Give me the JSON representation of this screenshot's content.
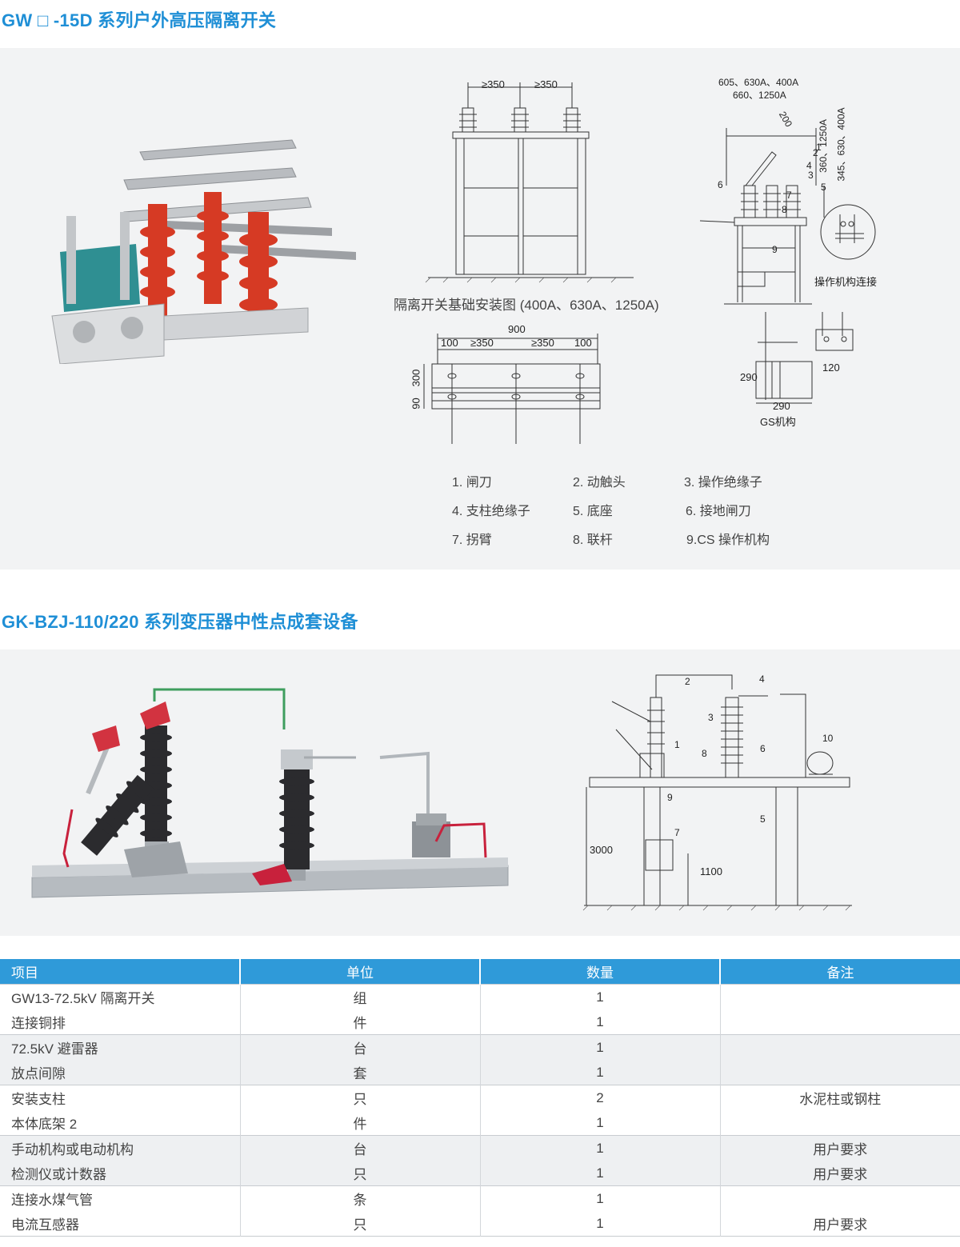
{
  "section1": {
    "title": "GW □ -15D 系列户外高压隔离开关",
    "photo_alt": "isolating-switch-photo",
    "front_dims": [
      "≥350",
      "≥350"
    ],
    "front_caption": "隔离开关基础安装图 (400A、630A、1250A)",
    "plan_dims": {
      "total": "900",
      "segments": [
        "100",
        "≥350",
        "≥350",
        "100"
      ],
      "height_a": "300",
      "height_b": "90"
    },
    "side_dims": {
      "line1": "605、630A、400A",
      "line2": "660、1250A",
      "angle": "200",
      "vert1": "360、1250A",
      "vert2": "345、630、400A"
    },
    "side_numbers": [
      "1",
      "2",
      "4",
      "3",
      "5",
      "6",
      "7",
      "8",
      "9"
    ],
    "detail_caption": "操作机构连接",
    "gs_dims": {
      "w": "290",
      "h": "290",
      "right": "120"
    },
    "gs_caption": "GS机构",
    "parts": [
      "1. 闸刀",
      "2. 动触头",
      "3. 操作绝缘子",
      "4. 支柱绝缘子",
      "5. 底座",
      "6. 接地闸刀",
      "7. 拐臂",
      "8. 联杆",
      "9.CS 操作机构"
    ]
  },
  "section2": {
    "title": "GK-BZJ-110/220 系列变压器中性点成套设备",
    "drawing_numbers": [
      "2",
      "4",
      "3",
      "1",
      "8",
      "6",
      "10",
      "9",
      "5",
      "7"
    ],
    "dim_height": "3000",
    "dim_box": "1100"
  },
  "table": {
    "headers": [
      "项目",
      "单位",
      "数量",
      "备注"
    ],
    "rows": [
      {
        "item": "GW13-72.5kV 隔离开关",
        "unit": "组",
        "qty": "1",
        "note": ""
      },
      {
        "item": "连接铜排",
        "unit": "件",
        "qty": "1",
        "note": ""
      },
      {
        "item": "72.5kV 避雷器",
        "unit": "台",
        "qty": "1",
        "note": ""
      },
      {
        "item": "放点间隙",
        "unit": "套",
        "qty": "1",
        "note": ""
      },
      {
        "item": "安装支柱",
        "unit": "只",
        "qty": "2",
        "note": "水泥柱或钢柱"
      },
      {
        "item": "本体底架 2",
        "unit": "件",
        "qty": "1",
        "note": ""
      },
      {
        "item": "手动机构或电动机构",
        "unit": "台",
        "qty": "1",
        "note": "用户要求"
      },
      {
        "item": "检测仪或计数器",
        "unit": "只",
        "qty": "1",
        "note": "用户要求"
      },
      {
        "item": "连接水煤气管",
        "unit": "条",
        "qty": "1",
        "note": ""
      },
      {
        "item": "电流互感器",
        "unit": "只",
        "qty": "1",
        "note": "用户要求"
      }
    ]
  }
}
